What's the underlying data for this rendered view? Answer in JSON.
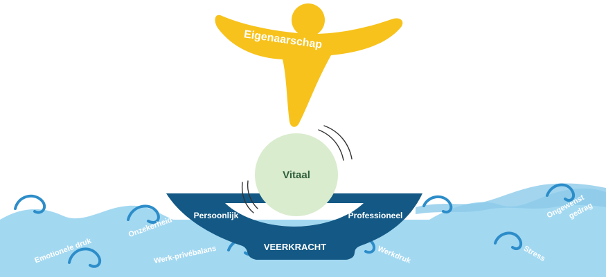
{
  "figure": {
    "name_label": "Eigenaarschap",
    "ball_label": "Vitaal",
    "boat": {
      "left_label": "Persoonlijk",
      "right_label": "Professioneel",
      "bottom_label": "VEERKRACHT"
    },
    "wave_labels": {
      "emotional": "Emotionele druk",
      "uncertainty": "Onzekerheid",
      "worklife": "Werk-privébalans",
      "workload": "Werkdruk",
      "stress": "Stress",
      "unwanted_1": "Ongewenst",
      "unwanted_2": "gedrag"
    }
  },
  "colors": {
    "figure_yellow": "#f7c21b",
    "ball_green": "#d9ecce",
    "boat_navy": "#145985",
    "water_light": "#a3d8f1",
    "wave_dark": "#2c8dc9"
  }
}
